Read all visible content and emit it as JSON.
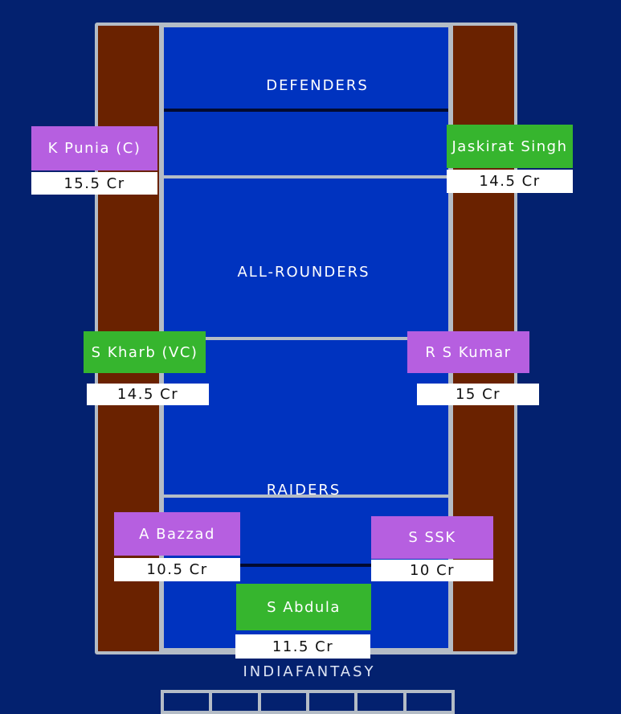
{
  "sections": {
    "defenders": "DEFENDERS",
    "allrounders": "ALL-ROUNDERS",
    "raiders": "RAIDERS"
  },
  "brand": "INDIAFANTASY",
  "players": [
    {
      "name": "K Punia (C)",
      "price": "15.5 Cr",
      "color": "#b65fe0"
    },
    {
      "name": "Jaskirat Singh",
      "price": "14.5 Cr",
      "color": "#36b52e"
    },
    {
      "name": "S Kharb (VC)",
      "price": "14.5 Cr",
      "color": "#36b52e"
    },
    {
      "name": "R S Kumar",
      "price": "15 Cr",
      "color": "#b65fe0"
    },
    {
      "name": "A Bazzad",
      "price": "10.5 Cr",
      "color": "#b65fe0"
    },
    {
      "name": "S SSK",
      "price": "10 Cr",
      "color": "#b65fe0"
    },
    {
      "name": "S Abdula",
      "price": "11.5 Cr",
      "color": "#36b52e"
    }
  ]
}
